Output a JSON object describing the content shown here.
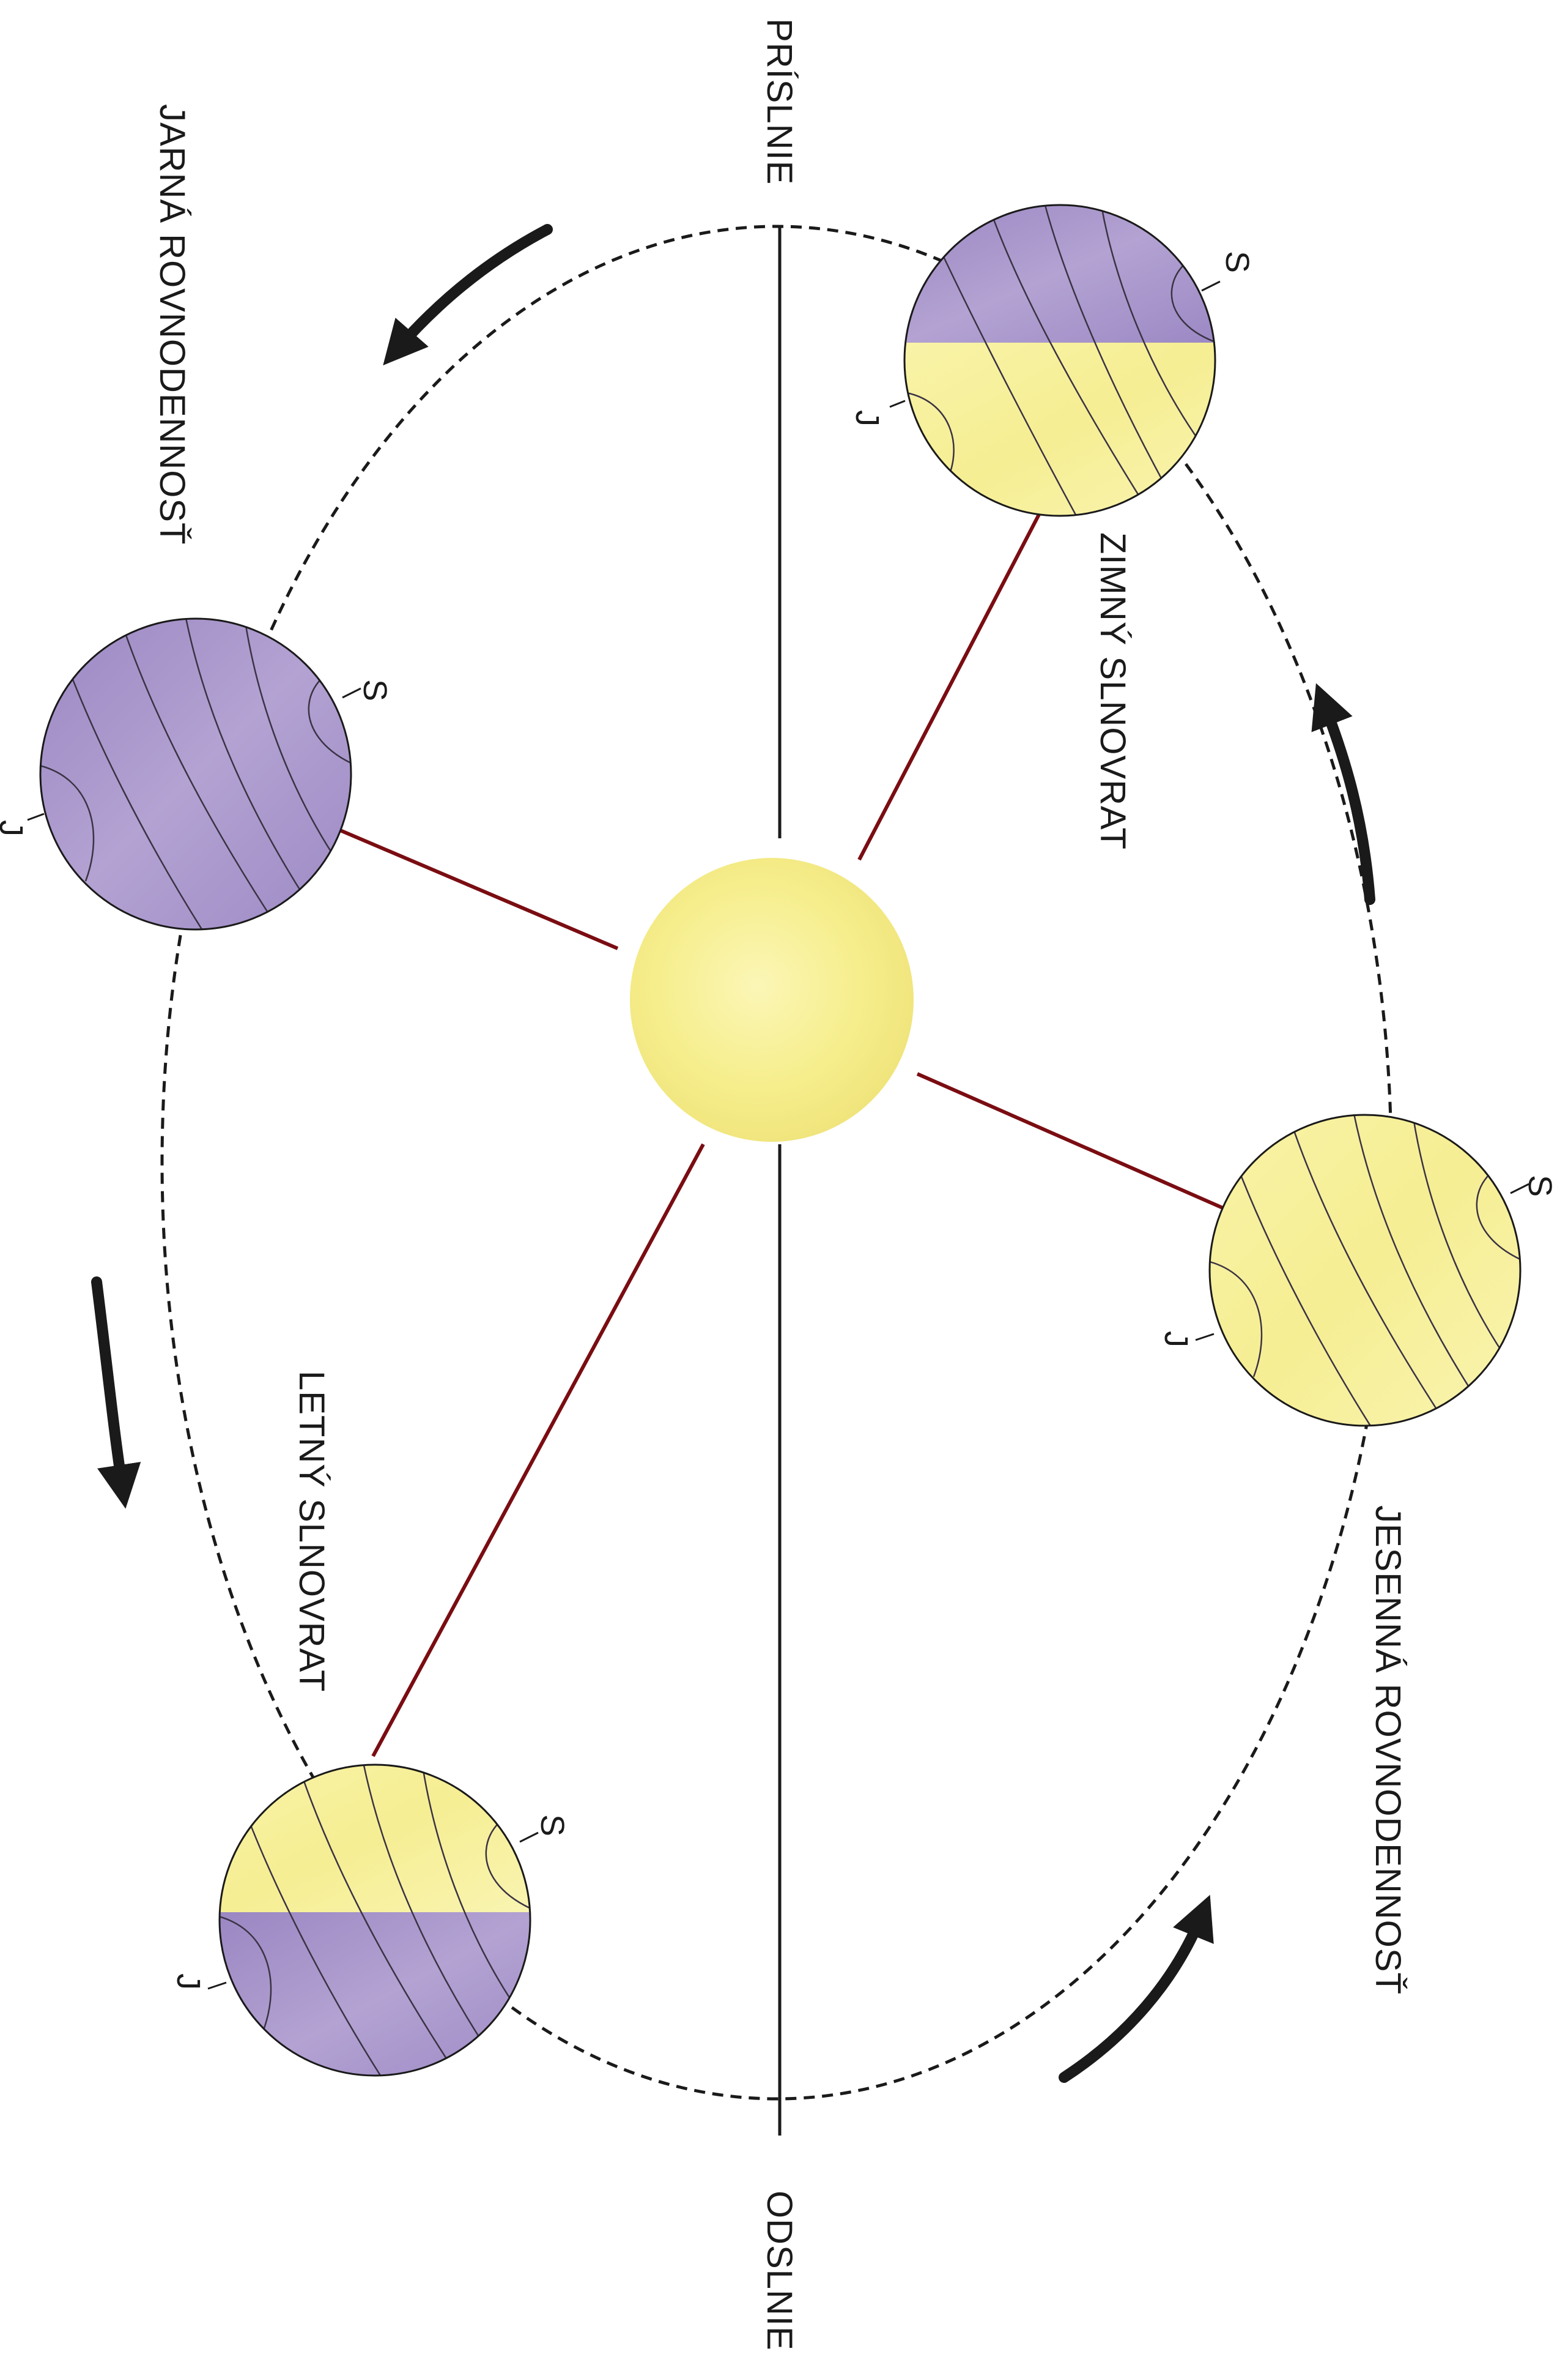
{
  "labels": {
    "perihelion": "PRÍSLNIE",
    "aphelion": "ODSLNIE",
    "spring_equinox": "JARNÁ ROVNODENNOSŤ",
    "summer_solstice": "LETNÝ SLNOVRAT",
    "autumn_equinox": "JESENNÁ ROVNODENNOSŤ",
    "winter_solstice": "ZIMNÝ SLNOVRAT"
  },
  "poles": {
    "north": "S",
    "south": "J"
  },
  "colors": {
    "sun": "#f6ee8c",
    "day_side": "#f7f1a0",
    "night_side": "#a793c9",
    "ray_line": "#7a0d12",
    "orbit": "#1a1a1a",
    "arrow": "#1a1a1a"
  }
}
